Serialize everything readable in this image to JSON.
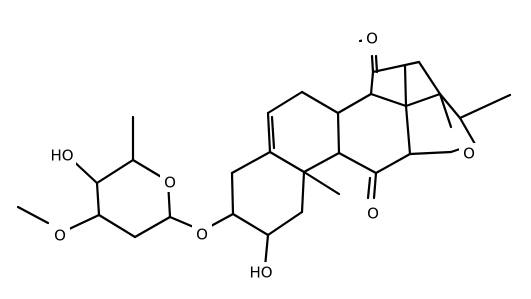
{
  "structure": {
    "atom_labels": {
      "ketone_top": "O",
      "ring_oxygen_right": "O",
      "ketone_bottom": "O",
      "hydroxy_left": "HO",
      "sugar_ring_oxygen": "O",
      "glycosidic_oxygen": "O",
      "methoxy_oxygen": "O",
      "hydroxy_bottom": "HO"
    }
  }
}
